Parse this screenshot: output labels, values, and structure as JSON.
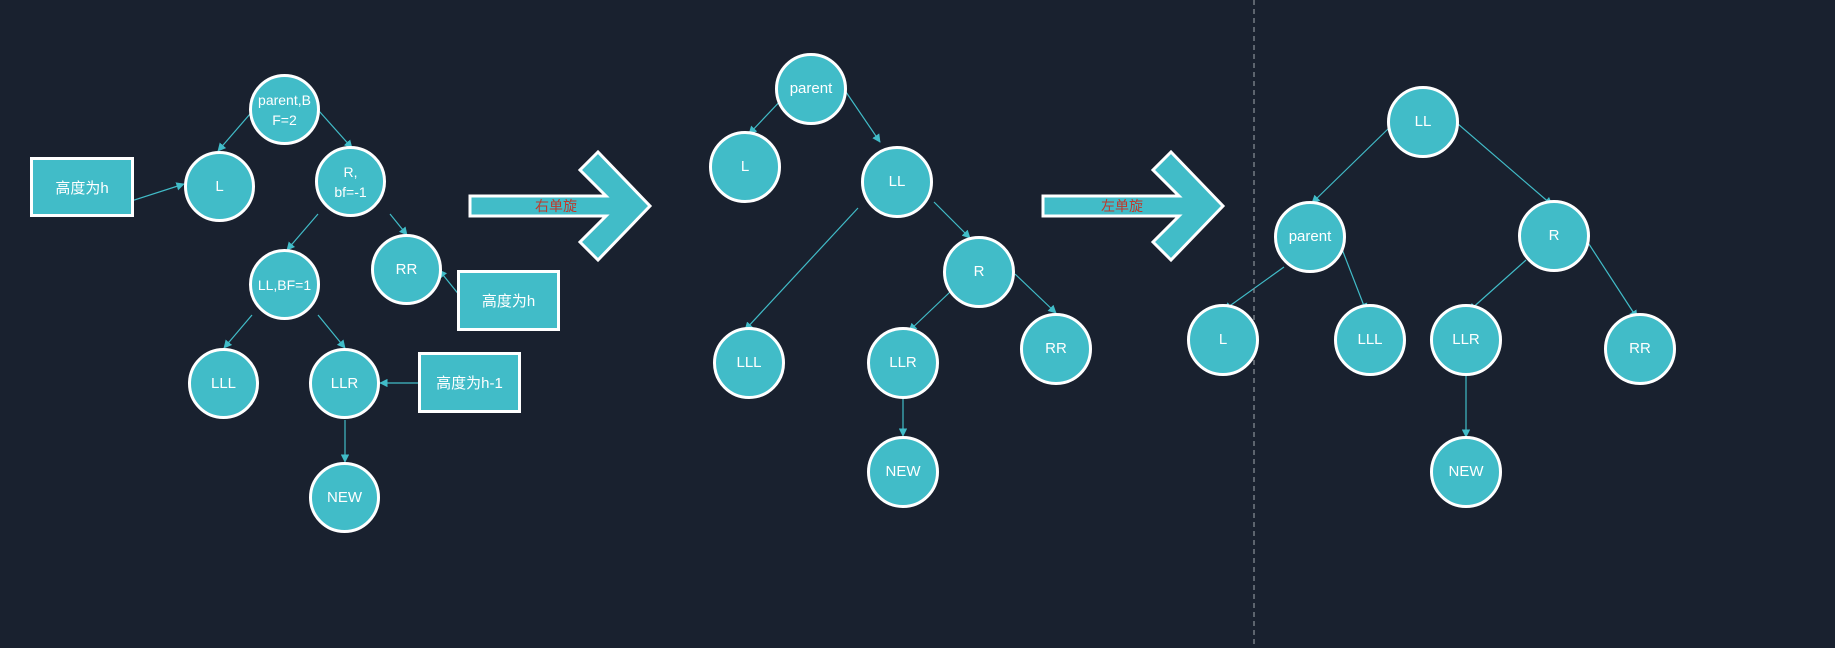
{
  "colors": {
    "background": "#19212f",
    "node_fill": "#41bcc8",
    "node_border": "#ffffff",
    "edge": "#41bcc8",
    "arrow_label": "#c0392b",
    "divider": "#8a9099"
  },
  "diagram1": {
    "nodes": {
      "parent": "parent,B\nF=2",
      "l": "L",
      "r": "R,\nbf=-1",
      "ll": "LL,BF=1",
      "rr": "RR",
      "lll": "LLL",
      "llr": "LLR",
      "new": "NEW"
    },
    "notes": {
      "l_height": "高度为h",
      "rr_height": "高度为h",
      "llr_height": "高度为h-1"
    }
  },
  "arrow1": {
    "label": "右单旋"
  },
  "diagram2": {
    "nodes": {
      "parent": "parent",
      "l": "L",
      "ll": "LL",
      "r": "R",
      "lll": "LLL",
      "llr": "LLR",
      "rr": "RR",
      "new": "NEW"
    }
  },
  "arrow2": {
    "label": "左单旋"
  },
  "diagram3": {
    "nodes": {
      "ll": "LL",
      "parent": "parent",
      "r": "R",
      "l": "L",
      "lll": "LLL",
      "llr": "LLR",
      "rr": "RR",
      "new": "NEW"
    }
  }
}
